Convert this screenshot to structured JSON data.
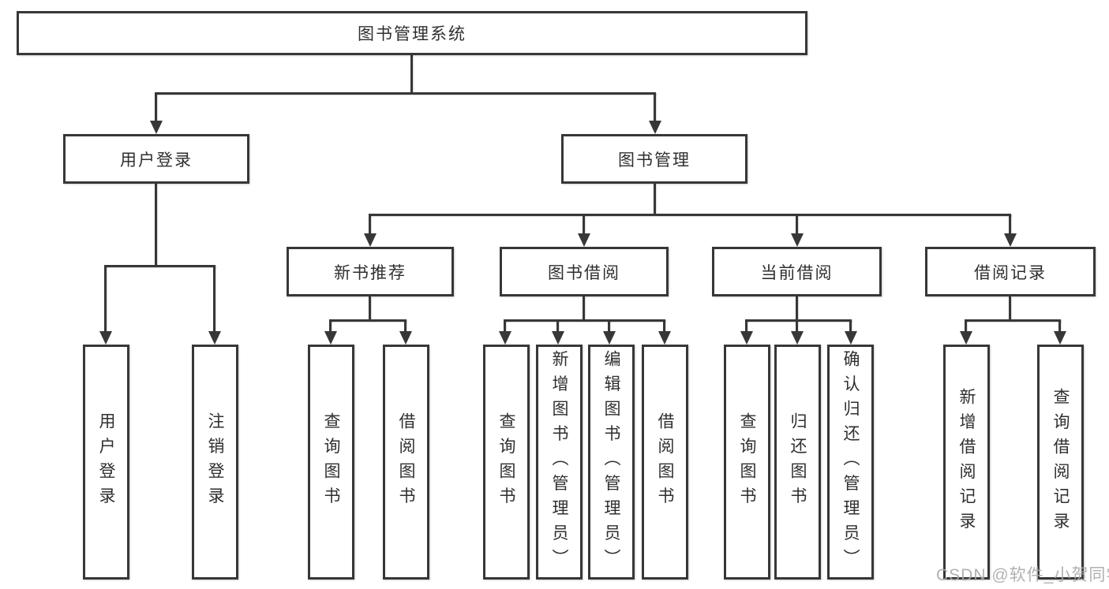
{
  "tree": {
    "root": "图书管理系统",
    "branches": [
      {
        "label": "用户登录",
        "children": [
          {
            "label": "用户登录"
          },
          {
            "label": "注销登录"
          }
        ]
      },
      {
        "label": "图书管理",
        "children": [
          {
            "label": "新书推荐",
            "children": [
              {
                "label": "查询图书"
              },
              {
                "label": "借阅图书"
              }
            ]
          },
          {
            "label": "图书借阅",
            "children": [
              {
                "label": "查询图书"
              },
              {
                "label": "新增图书（管理员）"
              },
              {
                "label": "编辑图书（管理员）"
              },
              {
                "label": "借阅图书"
              }
            ]
          },
          {
            "label": "当前借阅",
            "children": [
              {
                "label": "查询图书"
              },
              {
                "label": "归还图书"
              },
              {
                "label": "确认归还（管理员）"
              }
            ]
          },
          {
            "label": "借阅记录",
            "children": [
              {
                "label": "新增借阅记录"
              },
              {
                "label": "查询借阅记录"
              }
            ]
          }
        ]
      }
    ]
  },
  "watermark": "CSDN @软件_小贺同学",
  "colors": {
    "line": "#373737",
    "text": "#2f2f2f",
    "background": "#ffffff",
    "watermark": "#ababab"
  }
}
